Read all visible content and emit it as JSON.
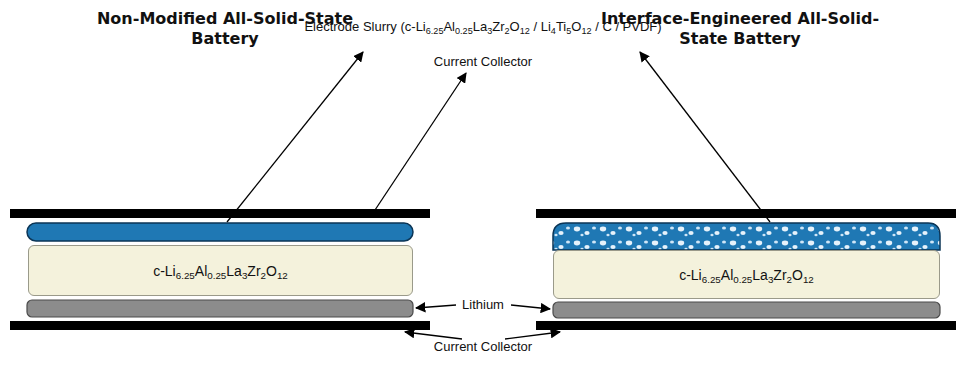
{
  "diagram": {
    "nodes": [
      {
        "text": [
          "c-Li6.25Al0.25La3Zr2O12"
        ]
      },
      {
        "text": [
          "c-Li6.25Al0.25La3Zr2O12"
        ]
      }
    ],
    "labels": [
      "Non-Modified All-Solid-State Battery",
      "Interface-Engineered All-Solid-State Battery",
      "Electrode Slurry (c-Li6.25Al0.25La3Zr2O12 / Li4Ti5O12 / C / PVDF)",
      "Current Collector",
      "Lithium",
      "Current Collector"
    ]
  }
}
